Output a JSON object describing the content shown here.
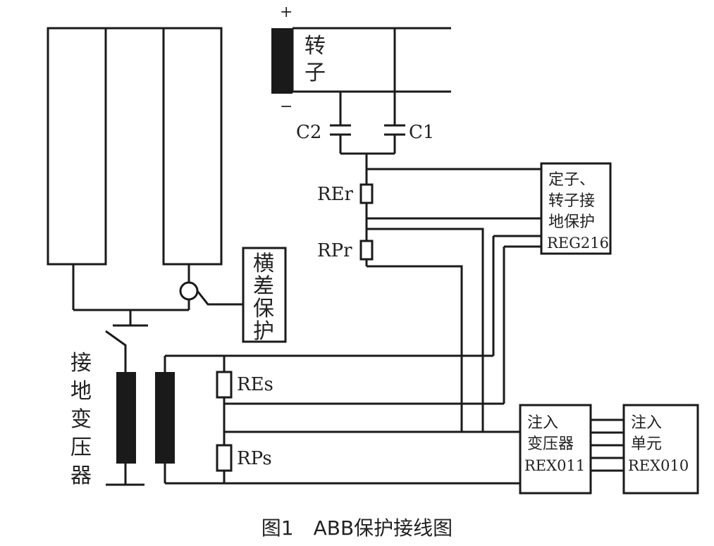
{
  "labels": {
    "rotor_plus": "+",
    "rotor_minus": "−",
    "rotor": "转子",
    "c2": "C2",
    "c1": "C1",
    "rer": "REr",
    "rpr": "RPr",
    "res": "REs",
    "rps": "RPs",
    "transverse_diff": "横差保护",
    "grounding_transformer": "接地变压器",
    "reg_line1": "定子、",
    "reg_line2": "转子接",
    "reg_line3": "地保护",
    "reg_line4": "REG216",
    "rex011_line1": "注入",
    "rex011_line2": "变压器",
    "rex011_line3": "REX011",
    "rex010_line1": "注入",
    "rex010_line2": "单元",
    "rex010_line3": "REX010"
  },
  "caption": "图1　ABB保护接线图"
}
